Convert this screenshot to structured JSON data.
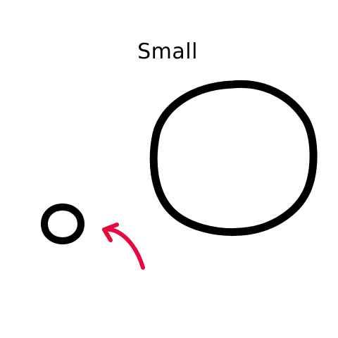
{
  "caption": "Small",
  "colors": {
    "stroke": "#000000",
    "arrow": "#e8083e",
    "background": "#ffffff"
  },
  "shapes": [
    {
      "name": "large-circle",
      "kind": "hand-drawn circle"
    },
    {
      "name": "small-circle",
      "kind": "hand-drawn circle"
    },
    {
      "name": "arrow",
      "kind": "curved arrow pointing to small circle"
    }
  ]
}
